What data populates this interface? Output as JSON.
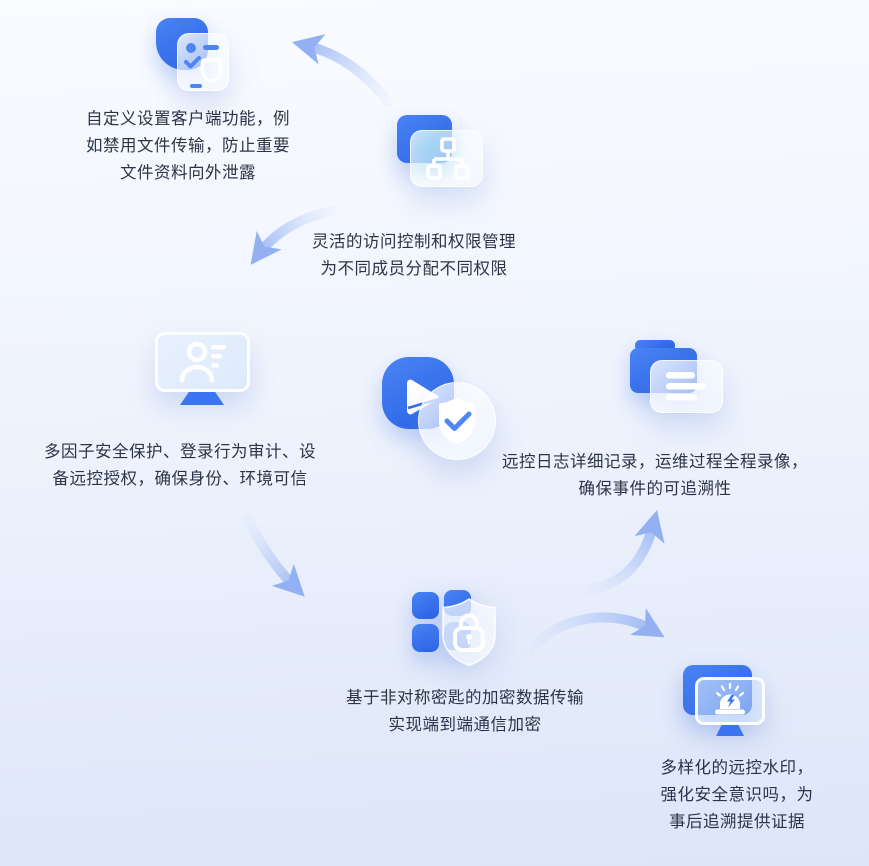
{
  "colors": {
    "primary_blue": "#2f6ce9",
    "accent_blue": "#4c86f5",
    "arrow_blue": "#9cb8f3",
    "text": "#2b3547",
    "bg_top": "#f9fbff",
    "bg_bottom": "#dde5f8"
  },
  "diagram": {
    "nodes": {
      "client_custom": {
        "icon": "id-badge-shield-icon",
        "lines": [
          "自定义设置客户端功能，例",
          "如禁用文件传输，防止重要",
          "文件资料向外泄露"
        ]
      },
      "access_control": {
        "icon": "org-hierarchy-card-icon",
        "lines": [
          "灵活的访问控制和权限管理",
          "为不同成员分配不同权限"
        ]
      },
      "identity_trust": {
        "icon": "monitor-user-icon",
        "lines": [
          "多因子安全保护、登录行为审计、设",
          "备远控授权，确保身份、环境可信"
        ]
      },
      "session_recording": {
        "icon": "video-shield-check-icon"
      },
      "audit_logs": {
        "icon": "documents-folder-icon",
        "lines": [
          "远控日志详细记录，运维过程全程录像，",
          "确保事件的可追溯性"
        ]
      },
      "encryption": {
        "icon": "blocks-shield-lock-icon",
        "lines": [
          "基于非对称密匙的加密数据传输",
          "实现端到端通信加密"
        ]
      },
      "watermark": {
        "icon": "monitor-alarm-icon",
        "lines": [
          "多样化的远控水印，",
          "强化安全意识吗，为",
          "事后追溯提供证据"
        ]
      }
    },
    "arrows": [
      {
        "name": "curved-arrow-up-left"
      },
      {
        "name": "curved-arrow-down-left"
      },
      {
        "name": "curved-arrow-down-right"
      },
      {
        "name": "curved-arrow-up-right"
      },
      {
        "name": "curved-arrow-arc-right"
      }
    ]
  }
}
